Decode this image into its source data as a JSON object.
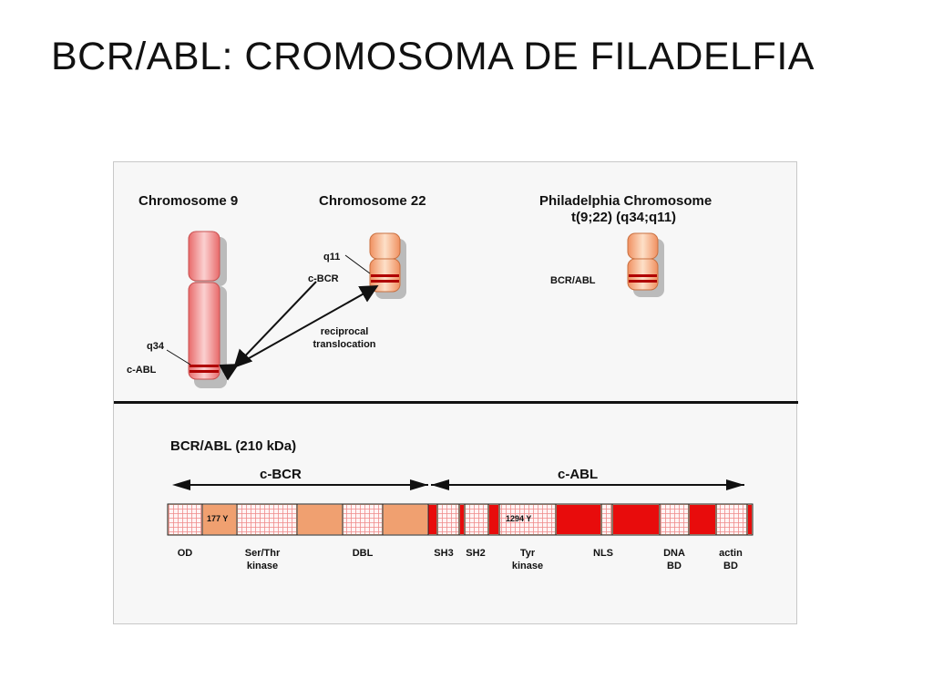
{
  "slide": {
    "title": "BCR/ABL: CROMOSOMA DE FILADELFIA"
  },
  "figure": {
    "top_panel": {
      "chromosome9": {
        "title": "Chromosome 9",
        "band": "q34",
        "gene": "c-ABL"
      },
      "chromosome22": {
        "title": "Chromosome 22",
        "band": "q11",
        "gene": "c-BCR"
      },
      "translocation": {
        "line1": "reciprocal",
        "line2": "translocation"
      },
      "philadelphia": {
        "title_line1": "Philadelphia Chromosome",
        "title_line2": "t(9;22) (q34;q11)",
        "gene": "BCR/ABL"
      }
    },
    "bottom_panel": {
      "protein_label": "BCR/ABL (210 kDa)",
      "bcr_label": "c-BCR",
      "abl_label": "c-ABL",
      "tyr177": "177 Y",
      "tyr1294": "1294 Y",
      "domains": [
        {
          "line1": "OD",
          "line2": ""
        },
        {
          "line1": "Ser/Thr",
          "line2": "kinase"
        },
        {
          "line1": "DBL",
          "line2": ""
        },
        {
          "line1": "SH3",
          "line2": ""
        },
        {
          "line1": "SH2",
          "line2": ""
        },
        {
          "line1": "Tyr",
          "line2": "kinase"
        },
        {
          "line1": "NLS",
          "line2": ""
        },
        {
          "line1": "DNA",
          "line2": "BD"
        },
        {
          "line1": "actin",
          "line2": "BD"
        }
      ]
    },
    "colors": {
      "bcr_fill": "#f0a070",
      "abl_fill": "#e80c0c",
      "chromosome9_fill": "#f08a8a",
      "chromosome22_fill": "#f7b080"
    }
  }
}
